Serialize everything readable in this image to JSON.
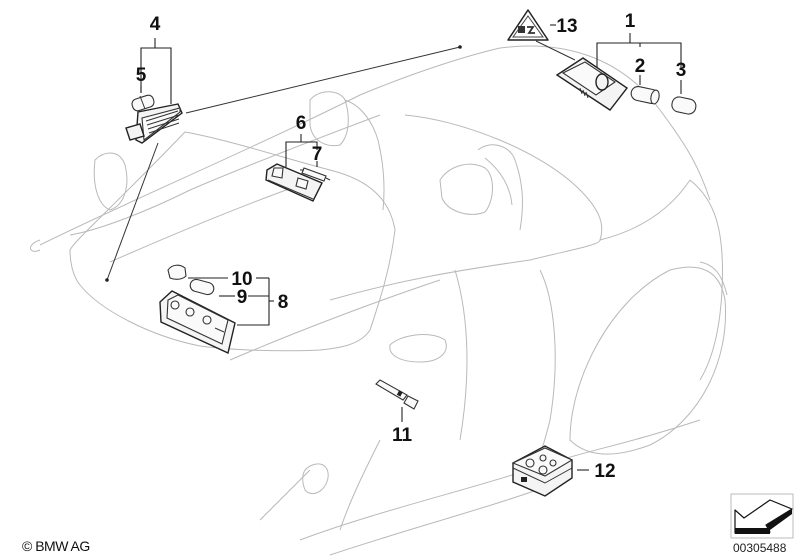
{
  "diagram": {
    "title": "Interior lights exploded view",
    "callouts": [
      {
        "id": "1",
        "label": "1"
      },
      {
        "id": "2",
        "label": "2"
      },
      {
        "id": "3",
        "label": "3"
      },
      {
        "id": "4",
        "label": "4"
      },
      {
        "id": "5",
        "label": "5"
      },
      {
        "id": "6",
        "label": "6"
      },
      {
        "id": "7",
        "label": "7"
      },
      {
        "id": "8",
        "label": "8"
      },
      {
        "id": "9",
        "label": "9"
      },
      {
        "id": "10",
        "label": "10"
      },
      {
        "id": "11",
        "label": "11"
      },
      {
        "id": "12",
        "label": "12"
      },
      {
        "id": "13",
        "label": "13"
      }
    ],
    "parts": [
      {
        "callout": "1",
        "name": "luggage-compartment-light"
      },
      {
        "callout": "2",
        "name": "bulb"
      },
      {
        "callout": "3",
        "name": "bulb-cap"
      },
      {
        "callout": "4",
        "name": "interior-light-lens-unit"
      },
      {
        "callout": "5",
        "name": "bulb"
      },
      {
        "callout": "6",
        "name": "reading-light"
      },
      {
        "callout": "7",
        "name": "festoon-bulb"
      },
      {
        "callout": "8",
        "name": "interior-light-console"
      },
      {
        "callout": "9",
        "name": "bulb"
      },
      {
        "callout": "10",
        "name": "bulb-holder"
      },
      {
        "callout": "11",
        "name": "fiber-light-guide"
      },
      {
        "callout": "12",
        "name": "bulb-assortment-box"
      },
      {
        "callout": "13",
        "name": "warning-label-triangle"
      }
    ]
  },
  "footer": {
    "copyright": "© BMW AG",
    "diagram_number": "00305488"
  },
  "icons": {
    "nav_arrow": "arrow-down-left-icon",
    "warning": "warning-triangle-icon"
  }
}
